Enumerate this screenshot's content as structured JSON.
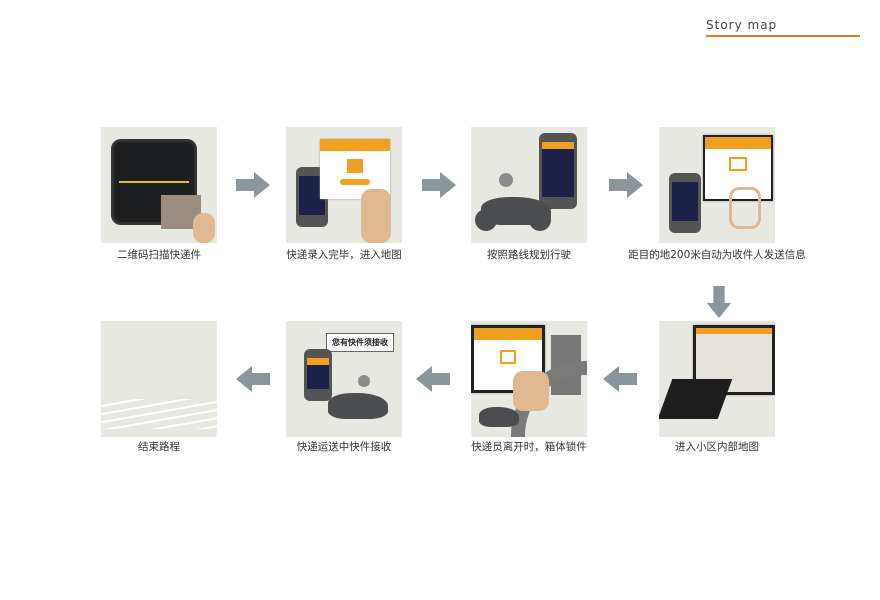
{
  "header": {
    "title": "Story map"
  },
  "colors": {
    "accent": "#e8761f",
    "arrow": "#8a9699",
    "panel": "#e8e8e2",
    "app_orange": "#f0a020"
  },
  "steps": [
    {
      "label": "二维码扫描快递件"
    },
    {
      "label": "快递录入完毕，进入地图"
    },
    {
      "label": "按照路线规划行驶"
    },
    {
      "label": "距目的地200米自动为收件人发送信息"
    },
    {
      "label": "进入小区内部地图"
    },
    {
      "label": "快递员离开时，箱体锁件"
    },
    {
      "label": "快递运送中快件接收",
      "bubble": "您有快件须接收"
    },
    {
      "label": "结束路程"
    }
  ]
}
